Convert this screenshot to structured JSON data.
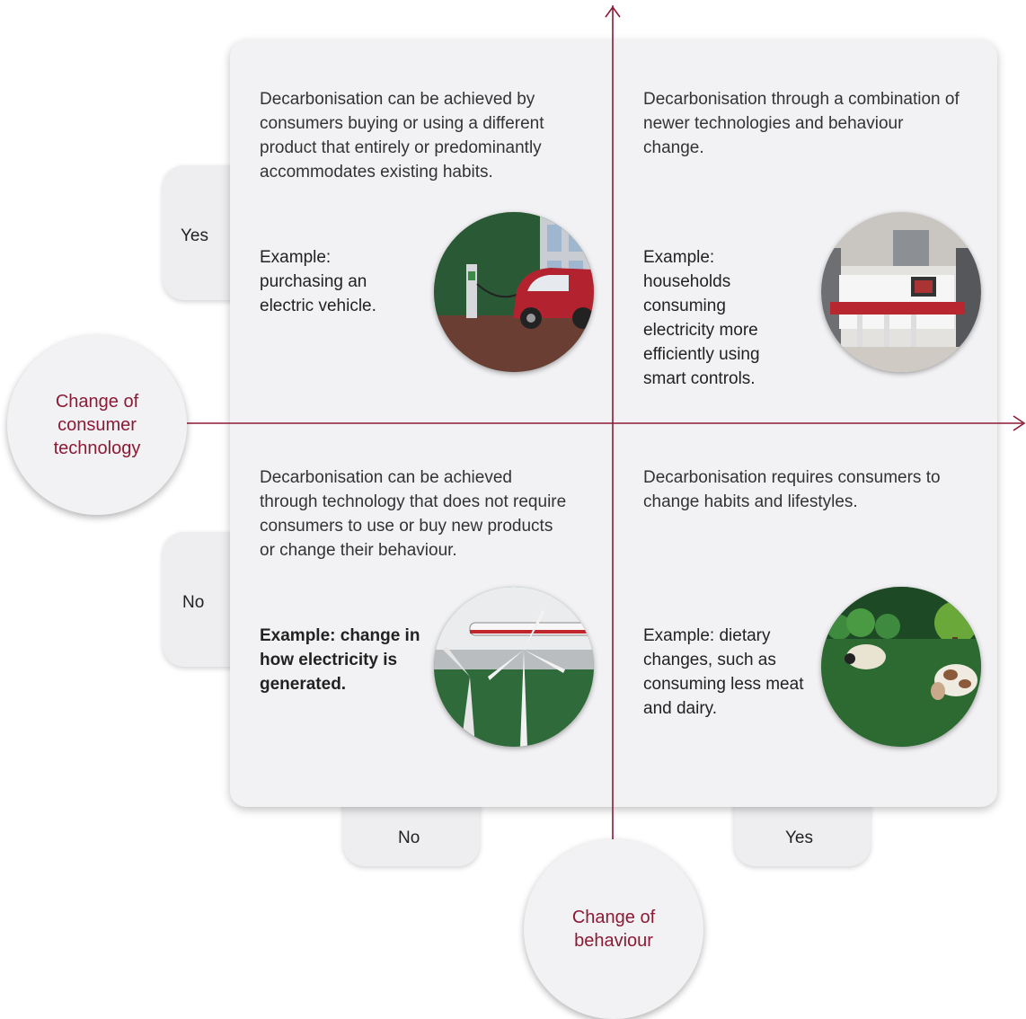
{
  "axes": {
    "vertical_title": "Change of consumer technology",
    "horizontal_title": "Change of behaviour",
    "row_labels": {
      "top": "Yes",
      "bottom": "No"
    },
    "column_labels": {
      "left": "No",
      "right": "Yes"
    },
    "axis_color": "#8b1a35"
  },
  "quadrants": {
    "top_left": {
      "description": "Decarbonisation can be achieved by consumers buying or using a different product that entirely or predominantly  accommodates existing habits.",
      "example": "Example: purchasing an electric vehicle.",
      "illustration": "electric-car-charging-icon"
    },
    "top_right": {
      "description": "Decarbonisation through a combination of newer technologies and behaviour change.",
      "example": "Example: households consuming electricity more efficiently using smart controls.",
      "illustration": "smart-kitchen-icon"
    },
    "bottom_left": {
      "description": "Decarbonisation can be achieved through technology that does not require consumers to use or buy new products or change their behaviour.",
      "example": "Example: change in how electricity is generated.",
      "illustration": "wind-turbine-train-icon"
    },
    "bottom_right": {
      "description": "Decarbonisation requires consumers to change habits and lifestyles.",
      "example": "Example: dietary changes, such as consuming less meat and dairy.",
      "illustration": "farm-animals-icon"
    }
  }
}
